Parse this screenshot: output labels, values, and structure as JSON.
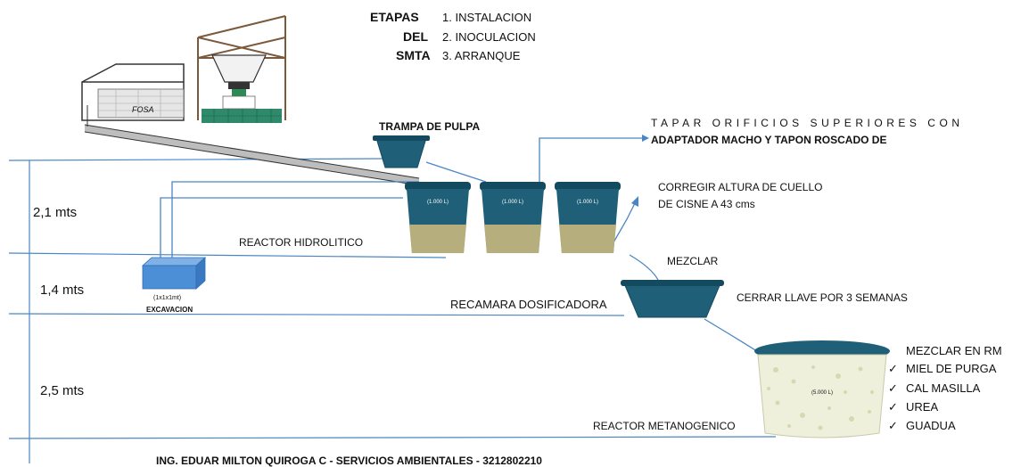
{
  "stages": {
    "header_lines": [
      "ETAPAS",
      "DEL",
      "SMTA"
    ],
    "items": [
      "1. INSTALACION",
      "2. INOCULACION",
      "3. ARRANQUE"
    ]
  },
  "labels": {
    "fosa": "FOSA",
    "trampa": "TRAMPA DE PULPA",
    "tapar_line1": "TAPAR ORIFICIOS SUPERIORES CON",
    "tapar_line2": "ADAPTADOR MACHO Y TAPON ROSCADO DE",
    "corregir_line1": "CORREGIR ALTURA DE CUELLO",
    "corregir_line2": "DE CISNE A 43 cms",
    "reactor_hidrolitico": "REACTOR HIDROLITICO",
    "tank_label": "(1.000 L)",
    "big_tank_label": "(5.000 L)",
    "mezclar": "MEZCLAR",
    "recamara": "RECAMARA DOSIFICADORA",
    "cerrar": "CERRAR LLAVE POR 3 SEMANAS",
    "excavacion_dims": "(1x1x1mt)",
    "excavacion": "EXCAVACION",
    "reactor_metanogenico": "REACTOR METANOGENICO",
    "footer": "ING. EDUAR MILTON QUIROGA C  -  SERVICIOS AMBIENTALES  - 3212802210"
  },
  "levels": [
    "2,1 mts",
    "1,4 mts",
    "2,5 mts"
  ],
  "checklist": {
    "title": "MEZCLAR EN RM",
    "items": [
      "MIEL DE PURGA",
      "CAL MASILLA",
      "UREA",
      "GUADUA"
    ]
  },
  "colors": {
    "tank": "#1f5f78",
    "tank_dark": "#134a60",
    "sludge": "#b7ae7e",
    "line": "#4a86c5",
    "excavation": "#4d8fd6",
    "brick": "#2e8a6a"
  }
}
